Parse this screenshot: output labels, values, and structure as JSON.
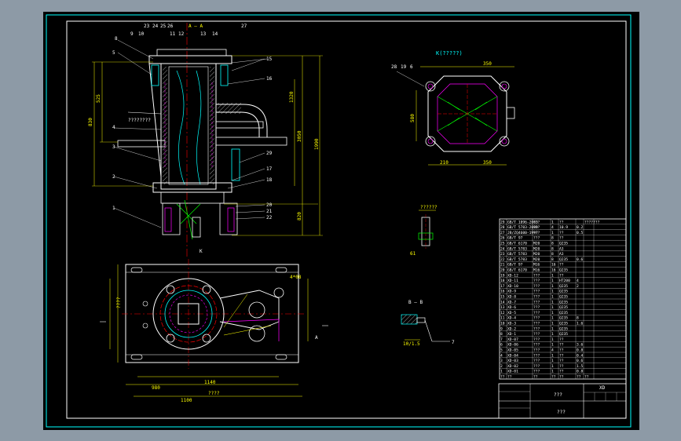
{
  "drawing": {
    "colors": {
      "background": "#000000",
      "frame": "#00ffff",
      "outline": "#ffffff",
      "dim": "#ffff00",
      "center": "#ff0000",
      "hidden": "#ff00ff",
      "part": "#00ffff",
      "hatch": "#00ff00"
    },
    "front_view": {
      "balloons_top": [
        "8",
        "9",
        "10",
        "23",
        "24",
        "25",
        "26",
        "11",
        "12",
        "13",
        "14",
        "27"
      ],
      "balloons_left": [
        "5",
        "4",
        "3",
        "2",
        "1"
      ],
      "balloons_right": [
        "15",
        "16",
        "29",
        "17",
        "18",
        "20",
        "21",
        "22"
      ],
      "section_label": "A — A",
      "cut_label": "K",
      "annotation": "????????",
      "dims_left": [
        "525",
        "830"
      ],
      "dims_right": [
        "1320",
        "1990",
        "3050",
        "820"
      ]
    },
    "top_view": {
      "section_mark": "A",
      "dims": [
        "????",
        "4*08",
        "1140",
        "980",
        "????",
        "1100"
      ]
    },
    "k_view": {
      "title": "K(?????)",
      "balloons": [
        "28",
        "19",
        "6"
      ],
      "dims": [
        "350",
        "210",
        "350",
        "580"
      ]
    },
    "detail_view": {
      "title": "??????",
      "dim": "61"
    },
    "section_bb": {
      "title": "B — B",
      "balloon": "7",
      "dim": "10/1.5"
    },
    "parts_table": {
      "rows": [
        [
          "29",
          "GB/T 1096-2003",
          "???",
          "1",
          "??",
          "",
          "???????"
        ],
        [
          "28",
          "GB/T 5783-2000",
          "???",
          "4",
          "10.9",
          "0.2",
          ""
        ],
        [
          "27",
          "JB/ZQ4600-1997",
          "???",
          "1",
          "??",
          "0.5",
          ""
        ],
        [
          "26",
          "GB/T 97",
          "???",
          "8",
          "??",
          "",
          ""
        ],
        [
          "25",
          "GB/T 6170",
          "M20",
          "8",
          "Q235",
          "",
          ""
        ],
        [
          "24",
          "GB/T 5783",
          "M20",
          "8",
          "A3",
          "",
          ""
        ],
        [
          "23",
          "GB/T 5783",
          "M20",
          "8",
          "A3",
          "",
          ""
        ],
        [
          "22",
          "GB/T 5783",
          "M20",
          "8",
          "Q235",
          "0.6",
          ""
        ],
        [
          "21",
          "GB/T 97",
          "M16",
          "16",
          "??",
          "",
          ""
        ],
        [
          "20",
          "GB/T 6170",
          "M16",
          "16",
          "Q235",
          "",
          ""
        ],
        [
          "19",
          "XD-12",
          "???",
          "1",
          "??",
          "",
          ""
        ],
        [
          "18",
          "XD-11",
          "???",
          "1",
          "HT200",
          "4",
          ""
        ],
        [
          "17",
          "XD-10",
          "???",
          "1",
          "Q235",
          "2",
          ""
        ],
        [
          "16",
          "XD-9",
          "???",
          "1",
          "Q235",
          "",
          ""
        ],
        [
          "15",
          "XD-8",
          "???",
          "1",
          "Q235",
          "",
          ""
        ],
        [
          "14",
          "XD-7",
          "???",
          "1",
          "Q235",
          "",
          ""
        ],
        [
          "13",
          "XD-6",
          "???",
          "1",
          "Q235",
          "",
          ""
        ],
        [
          "12",
          "XD-5",
          "???",
          "1",
          "Q235",
          "",
          ""
        ],
        [
          "11",
          "XD-4",
          "???",
          "1",
          "Q235",
          "8",
          ""
        ],
        [
          "10",
          "XD-3",
          "???",
          "1",
          "Q235",
          "1.6",
          ""
        ],
        [
          "9",
          "XD-2",
          "???",
          "1",
          "Q235",
          "",
          ""
        ],
        [
          "8",
          "XD-1",
          "???",
          "1",
          "Q235",
          "",
          ""
        ],
        [
          "7",
          "XD-07",
          "???",
          "1",
          "??",
          "",
          ""
        ],
        [
          "6",
          "XD-06",
          "???",
          "1",
          "??",
          "3.6",
          ""
        ],
        [
          "5",
          "XD-05",
          "???",
          "4",
          "??",
          "0.8",
          ""
        ],
        [
          "4",
          "XD-04",
          "???",
          "1",
          "??",
          "0.4",
          ""
        ],
        [
          "3",
          "XD-03",
          "???",
          "1",
          "??",
          "0.6",
          ""
        ],
        [
          "2",
          "XD-02",
          "???",
          "1",
          "??",
          "1.5",
          ""
        ],
        [
          "1",
          "XD-01",
          "???",
          "1",
          "??",
          "0.8",
          ""
        ]
      ],
      "header": [
        "??",
        "??",
        "??",
        "??",
        "??",
        "??",
        "??"
      ]
    },
    "title_block": {
      "name": "???",
      "drawing_no": "XD",
      "company": "???",
      "scale_cells": [
        "",
        "",
        "",
        ""
      ]
    }
  }
}
